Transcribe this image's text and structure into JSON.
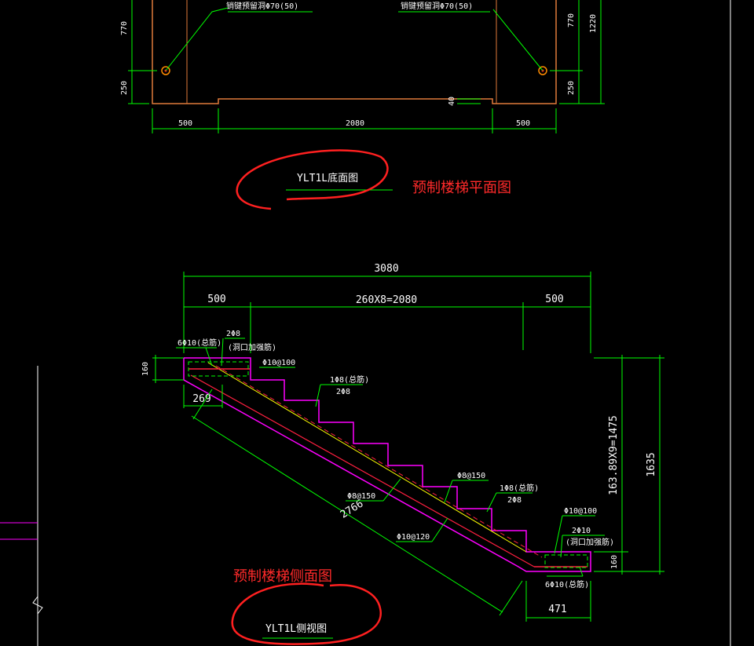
{
  "plan_view": {
    "dims_bottom": [
      "500",
      "2080",
      "500"
    ],
    "dims_left": [
      "770",
      "250"
    ],
    "dims_right": [
      "770",
      "250",
      "1220"
    ],
    "dim_step": "40",
    "hole_label_left": "销键预留洞Φ70(50)",
    "hole_label_right": "销键预留洞Φ70(50)",
    "view_label": "YLT1L底面图",
    "annotation": "预制楼梯平面图"
  },
  "side_view": {
    "dim_total": "3080",
    "dim_left": "500",
    "dim_mid": "260X8=2080",
    "dim_right": "500",
    "dim_160_top": "160",
    "dim_269": "269",
    "dim_2766": "2766",
    "dim_160_bottom": "160",
    "dim_471": "471",
    "dim_rise": "163.89X9=1475",
    "dim_1635": "1635",
    "rebar_top_1": "6Φ10(总筋)",
    "rebar_top_2": "2Φ8",
    "rebar_top_2b": "(洞口加强筋)",
    "rebar_top_3": "Φ10@100",
    "rebar_step_1": "1Φ8(总筋)",
    "rebar_step_1b": "2Φ8",
    "rebar_mid_1": "Φ8@150",
    "rebar_mid_2": "Φ8@150",
    "rebar_mid_3": "1Φ8(总筋)",
    "rebar_mid_3b": "2Φ8",
    "rebar_bot_1": "Φ10@120",
    "rebar_bot_2": "Φ10@100",
    "rebar_bot_3": "2Φ10",
    "rebar_bot_3b": "(洞口加强筋)",
    "rebar_bot_4": "6Φ10(总筋)",
    "view_label": "YLT1L侧视图",
    "annotation": "预制楼梯侧面图"
  },
  "colors": {
    "background": "#000000",
    "dimension": "#00ff00",
    "concrete": "#ff00ff",
    "outline_plan": "#e07a3a",
    "rebar": "#ff2040",
    "slope_line": "#ffff00",
    "markup": "#ff2020",
    "text": "#ffffff"
  }
}
